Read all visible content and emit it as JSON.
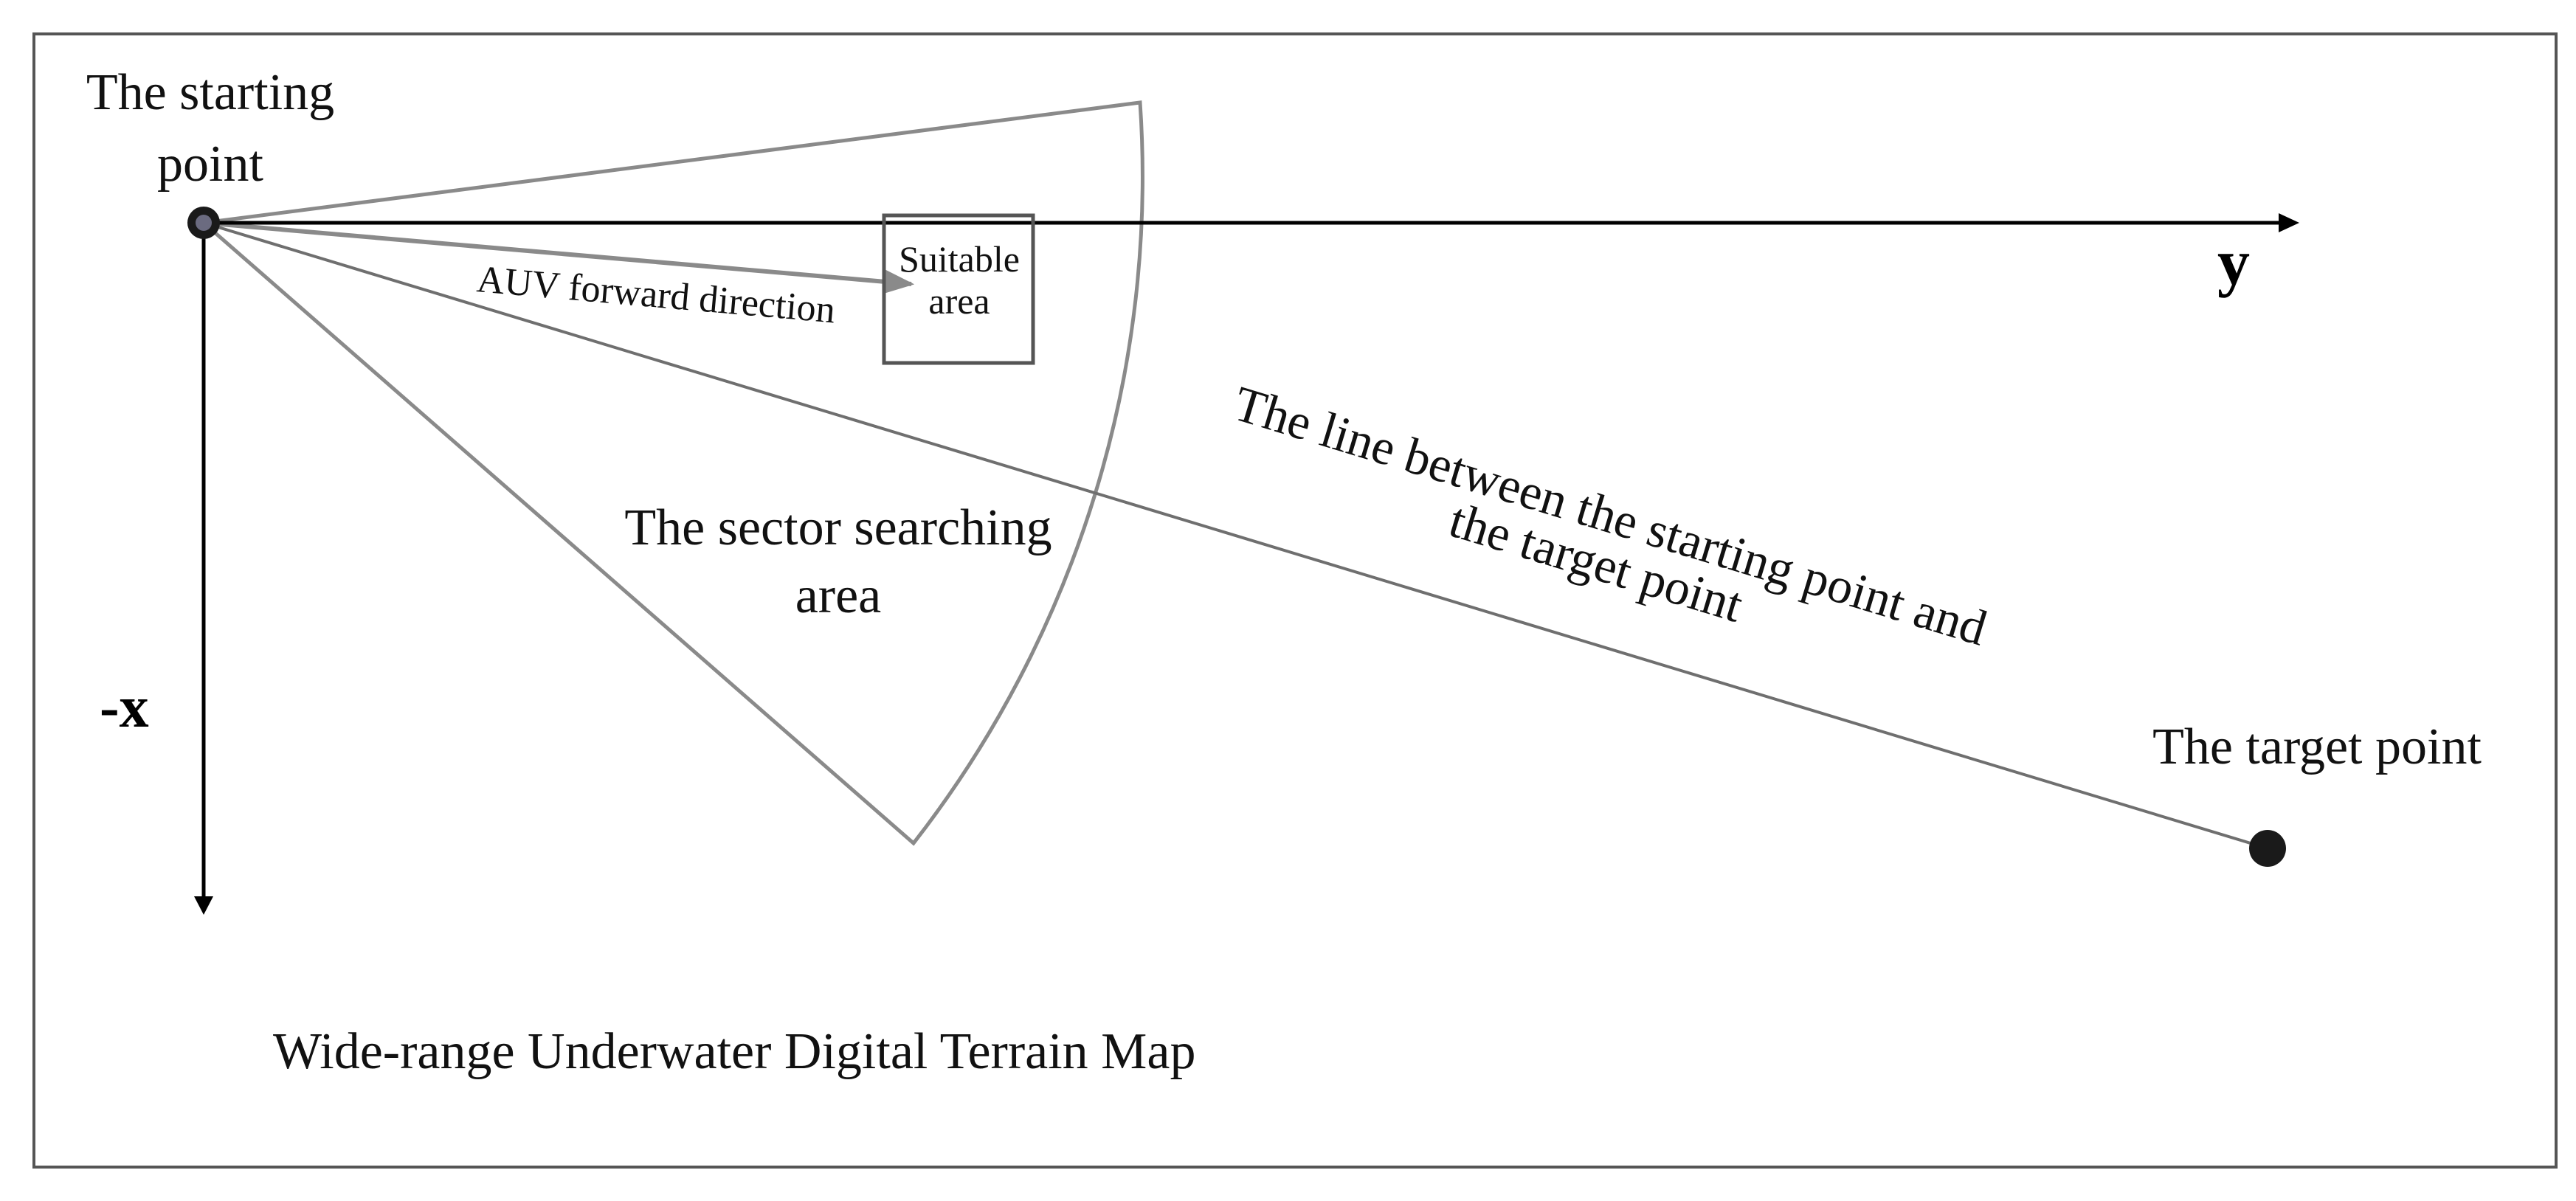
{
  "labels": {
    "start_line1": "The starting",
    "start_line2": "point",
    "y_axis": "y",
    "x_axis": "-x",
    "forward": "AUV forward direction",
    "suitable_line1": "Suitable",
    "suitable_line2": "area",
    "sector_line1": "The sector searching",
    "sector_line2": "area",
    "connect_line1": "The line between the starting point and",
    "connect_line2": "the target point",
    "target": "The target point",
    "map_title": "Wide-range Underwater Digital Terrain Map"
  },
  "colors": {
    "axis": "#000000",
    "sector": "#8a8a8a",
    "connecting_line": "#6f6f6f",
    "box": "#555555",
    "point": "#1a1a1a",
    "frame": "#555555"
  }
}
